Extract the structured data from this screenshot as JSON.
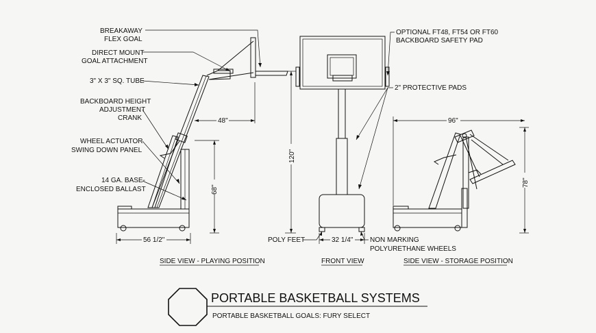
{
  "labels": {
    "breakaway": [
      "BREAKAWAY",
      "FLEX GOAL"
    ],
    "direct_mount": [
      "DIRECT MOUNT",
      "GOAL ATTACHMENT"
    ],
    "tube": "3\" X 3\" SQ. TUBE",
    "height_adjust": [
      "BACKBOARD HEIGHT",
      "ADJUSTMENT",
      "CRANK"
    ],
    "wheel_actuator": [
      "WHEEL ACTUATOR",
      "SWING DOWN PANEL"
    ],
    "base": [
      "14 GA. BASE-",
      "ENCLOSED BALLAST"
    ],
    "optional_pad": [
      "OPTIONAL FT48, FT54 OR FT60",
      "BACKBOARD SAFETY PAD"
    ],
    "protective_pads": "2\" PROTECTIVE PADS",
    "poly_feet": "POLY FEET",
    "non_marking": [
      "NON MARKING",
      "POLYURETHANE WHEELS"
    ]
  },
  "dimensions": {
    "d48": "48\"",
    "d120": "120\"",
    "d68": "68\"",
    "d56": "56 1/2\"",
    "d32": "32 1/4\"",
    "d96": "96\"",
    "d78": "78\""
  },
  "views": {
    "side_playing": "SIDE VIEW - PLAYING POSITION",
    "front": "FRONT VIEW",
    "side_storage": "SIDE VIEW - STORAGE POSITION"
  },
  "title": {
    "main": "PORTABLE BASKETBALL SYSTEMS",
    "sub": "PORTABLE BASKETBALL GOALS: FURY SELECT"
  }
}
